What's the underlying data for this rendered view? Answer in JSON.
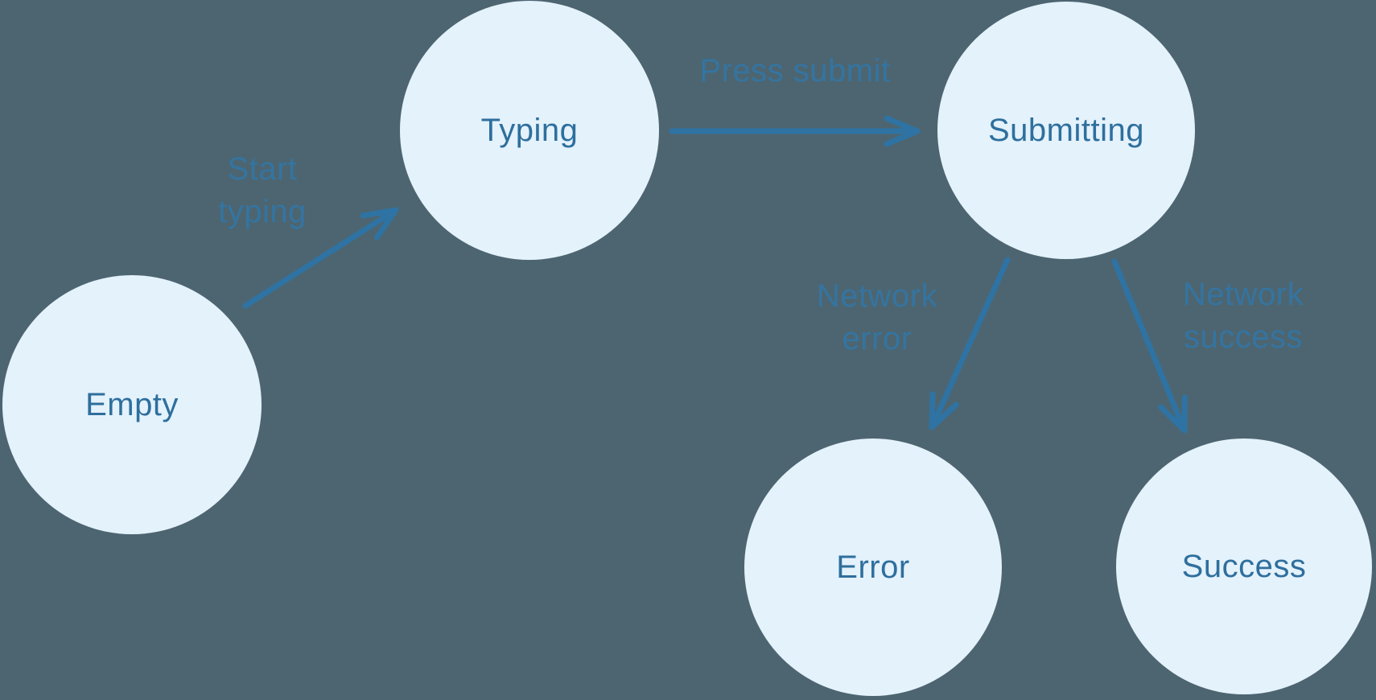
{
  "colors": {
    "background": "#4d6570",
    "node_fill": "#e4f2fc",
    "node_text": "#2e6f9d",
    "arrow": "#2e73a3",
    "edge_label": "#3375a4"
  },
  "diagram": {
    "type": "state-machine",
    "nodes": [
      {
        "id": "empty",
        "label": "Empty"
      },
      {
        "id": "typing",
        "label": "Typing"
      },
      {
        "id": "submitting",
        "label": "Submitting"
      },
      {
        "id": "error",
        "label": "Error"
      },
      {
        "id": "success",
        "label": "Success"
      }
    ],
    "edges": [
      {
        "from": "empty",
        "to": "typing",
        "label": "Start typing",
        "lines": [
          "Start",
          "typing"
        ]
      },
      {
        "from": "typing",
        "to": "submitting",
        "label": "Press submit",
        "lines": [
          "Press submit"
        ]
      },
      {
        "from": "submitting",
        "to": "error",
        "label": "Network error",
        "lines": [
          "Network",
          "error"
        ]
      },
      {
        "from": "submitting",
        "to": "success",
        "label": "Network success",
        "lines": [
          "Network",
          "success"
        ]
      }
    ]
  }
}
